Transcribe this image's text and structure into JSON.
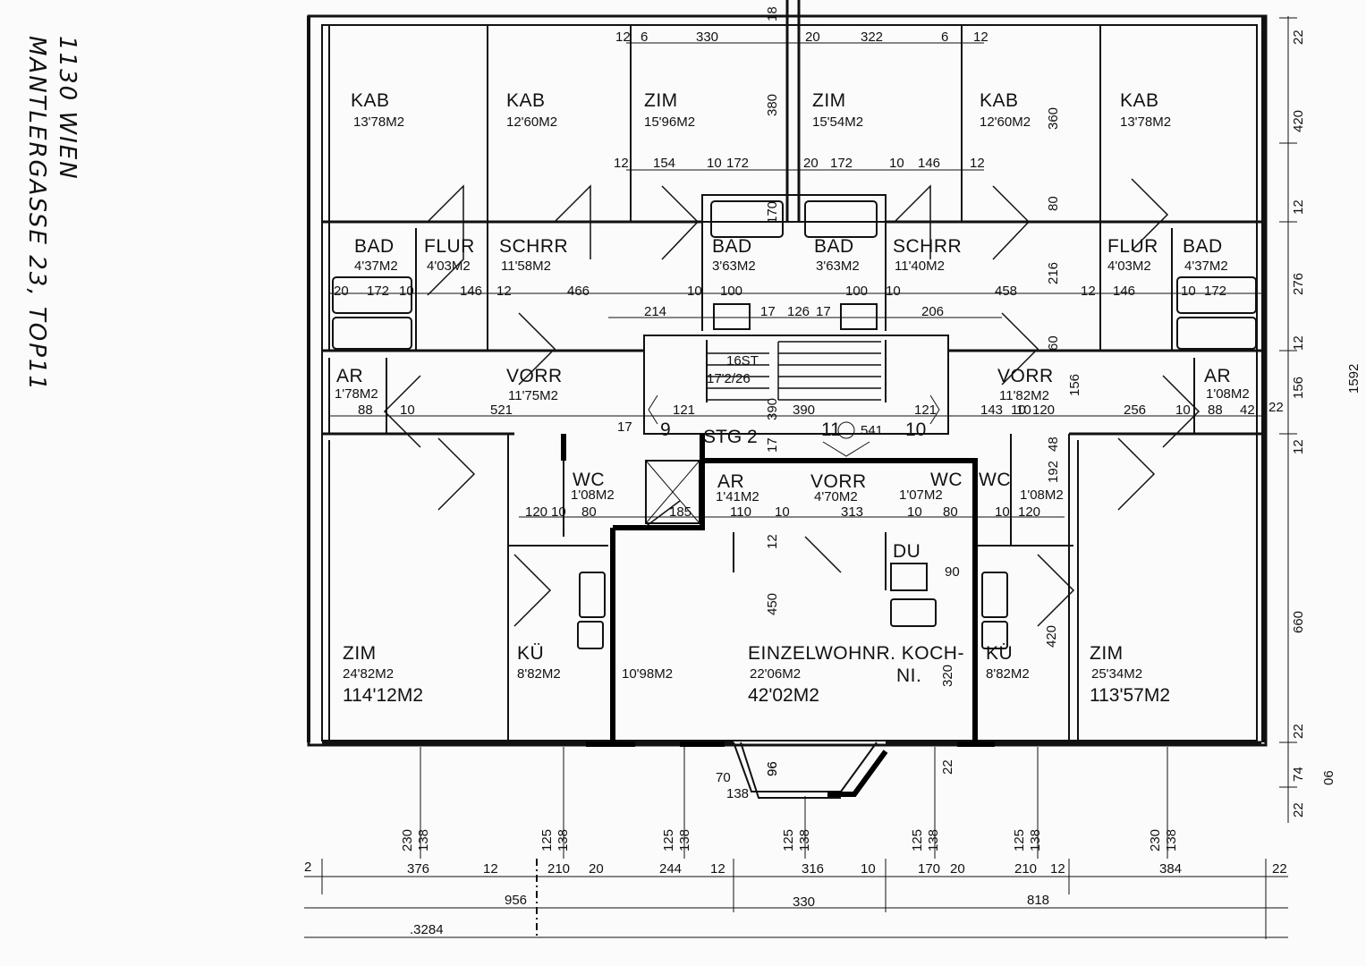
{
  "handwritten_note": {
    "line1": "1130 WIEN",
    "line2": "MANTLERGASSE 23, TOP11"
  },
  "rooms_top": [
    {
      "name": "KAB",
      "area": "13'78M2"
    },
    {
      "name": "KAB",
      "area": "12'60M2"
    },
    {
      "name": "ZIM",
      "area": "15'96M2"
    },
    {
      "name": "ZIM",
      "area": "15'54M2"
    },
    {
      "name": "KAB",
      "area": "12'60M2"
    },
    {
      "name": "KAB",
      "area": "13'78M2"
    }
  ],
  "rooms_mid": [
    {
      "name": "BAD",
      "area": "4'37M2"
    },
    {
      "name": "FLUR",
      "area": "4'03M2"
    },
    {
      "name": "SCHRR",
      "area": "11'58M2"
    },
    {
      "name": "BAD",
      "area": "3'63M2"
    },
    {
      "name": "BAD",
      "area": "3'63M2"
    },
    {
      "name": "SCHRR",
      "area": "11'40M2"
    },
    {
      "name": "FLUR",
      "area": "4'03M2"
    },
    {
      "name": "BAD",
      "area": "4'37M2"
    }
  ],
  "rooms_hall": [
    {
      "name": "AR",
      "area": "1'78M2"
    },
    {
      "name": "VORR",
      "area": "11'75M2"
    },
    {
      "name": "VORR",
      "area": "11'82M2"
    },
    {
      "name": "AR",
      "area": "1'08M2"
    }
  ],
  "stair": {
    "label": "STG 2",
    "steps": "16ST",
    "step_size": "17'2/26",
    "door_left": "9",
    "door_right": "10",
    "top": "11",
    "top_dim": "541"
  },
  "rooms_core": [
    {
      "name": "WC",
      "area": "1'08M2"
    },
    {
      "name": "AR",
      "area": "1'41M2"
    },
    {
      "name": "VORR",
      "area": "4'70M2"
    },
    {
      "name": "WC",
      "area": "1'07M2"
    },
    {
      "name": "WC",
      "area": "1'08M2"
    },
    {
      "name": "DU",
      "area": ""
    }
  ],
  "rooms_bottom": [
    {
      "name": "ZIM",
      "area": "24'82M2",
      "total": "114'12M2"
    },
    {
      "name": "KÜ",
      "area": "8'82M2"
    },
    {
      "name": "",
      "area": "10'98M2"
    },
    {
      "name": "EINZELWOHNR. KOCH-",
      "name2": "NI.",
      "area": "22'06M2",
      "total": "42'02M2"
    },
    {
      "name": "KÜ",
      "area": "8'82M2"
    },
    {
      "name": "ZIM",
      "area": "25'34M2",
      "total": "113'57M2"
    }
  ],
  "dims_top": [
    "12",
    "6",
    "330",
    "20",
    "322",
    "6",
    "12",
    "18"
  ],
  "dims_top2": [
    "12",
    "154",
    "10",
    "172",
    "20",
    "172",
    "10",
    "146",
    "12"
  ],
  "dims_mid_left": [
    "20",
    "172",
    "10",
    "146",
    "12",
    "466",
    "10",
    "100"
  ],
  "dims_mid_right": [
    "100",
    "10",
    "458",
    "12",
    "146",
    "10",
    "172"
  ],
  "dims_hall": [
    "214",
    "206",
    "17",
    "126",
    "17"
  ],
  "dims_vorr_left": [
    "88",
    "10",
    "521",
    "17",
    "121",
    "390",
    "121",
    "10"
  ],
  "dims_vorr_right": [
    "143",
    "10",
    "120",
    "256",
    "10",
    "88",
    "42"
  ],
  "dims_core": [
    "120",
    "10",
    "80",
    "110",
    "10",
    "313",
    "10",
    "90",
    "80",
    "10",
    "120",
    "185"
  ],
  "dims_vertical": [
    "380",
    "170",
    "360",
    "80",
    "216",
    "60",
    "156",
    "192",
    "48",
    "450",
    "420",
    "320",
    "96",
    "22",
    "17",
    "12",
    "390"
  ],
  "dims_windows": [
    "230",
    "138",
    "125",
    "138",
    "125",
    "138",
    "125",
    "138",
    "125",
    "138",
    "125",
    "138",
    "230",
    "138",
    "70",
    "138",
    "96"
  ],
  "dims_bottom": [
    "2",
    "376",
    "12",
    "210",
    "20",
    "244",
    "12",
    "316",
    "10",
    "170",
    "20",
    "210",
    "12",
    "384",
    "22"
  ],
  "dims_totals": [
    "956",
    "330",
    "818"
  ],
  "dims_overall": ".3284",
  "dims_right": [
    "22",
    "420",
    "12",
    "276",
    "12",
    "156",
    "22",
    "12",
    "660",
    "22",
    "74",
    "22",
    "1592",
    "06"
  ]
}
